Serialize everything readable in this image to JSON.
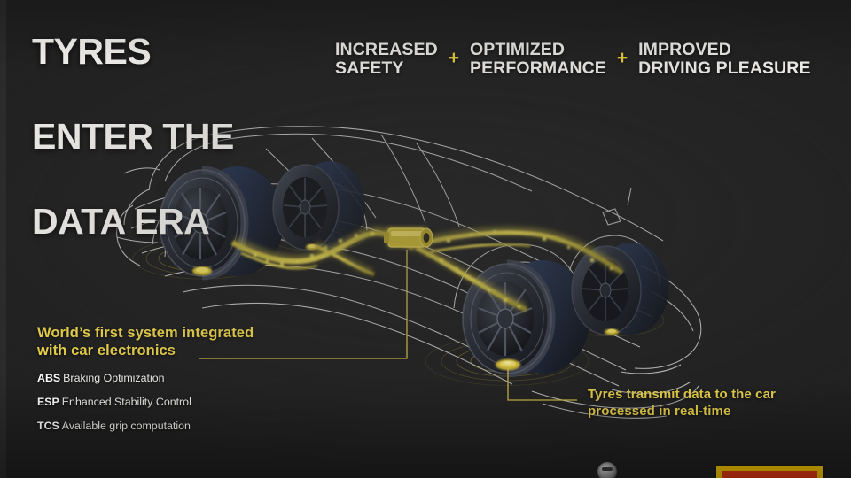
{
  "theme": {
    "background": "#212121",
    "accent_yellow": "#e9d24a",
    "text_white": "#f4f3ef",
    "logo_yellow": "#f5c400",
    "logo_red": "#e03a12"
  },
  "headline": {
    "line1": "TYRES",
    "line2": "ENTER THE",
    "line3": "DATA ERA"
  },
  "benefits": {
    "items": [
      {
        "line1": "INCREASED",
        "line2": "SAFETY"
      },
      {
        "line1": "OPTIMIZED",
        "line2": "PERFORMANCE"
      },
      {
        "line1": "IMPROVED",
        "line2": "DRIVING PLEASURE"
      }
    ],
    "separator": "+"
  },
  "callout_left": {
    "title": "World’s first system integrated\nwith car electronics",
    "specs": [
      {
        "abbr": "ABS",
        "text": "Braking Optimization"
      },
      {
        "abbr": "ESP",
        "text": "Enhanced Stability Control"
      },
      {
        "abbr": "TCS",
        "text": "Available grip computation"
      }
    ]
  },
  "callout_right": {
    "title": "Tyres transmit data to the car\nprocessed in real-time"
  },
  "illustration": {
    "name": "wireframe-sports-car-with-tyre-data-streams",
    "description": "Side view 3D wireframe sports car outline with four detailed alloy-wheel tyres, yellow data streams flowing from tyres to a central ECU module, and concentric signal ripple rings at each tyre contact patch.",
    "wheel_count": 4,
    "sensor_color": "#e0c83c",
    "wireframe_color": "#cfcfcf"
  },
  "footer": {
    "logos": [
      {
        "name": "circular-grey-emblem"
      },
      {
        "name": "yellow-red-brand-mark"
      }
    ]
  }
}
